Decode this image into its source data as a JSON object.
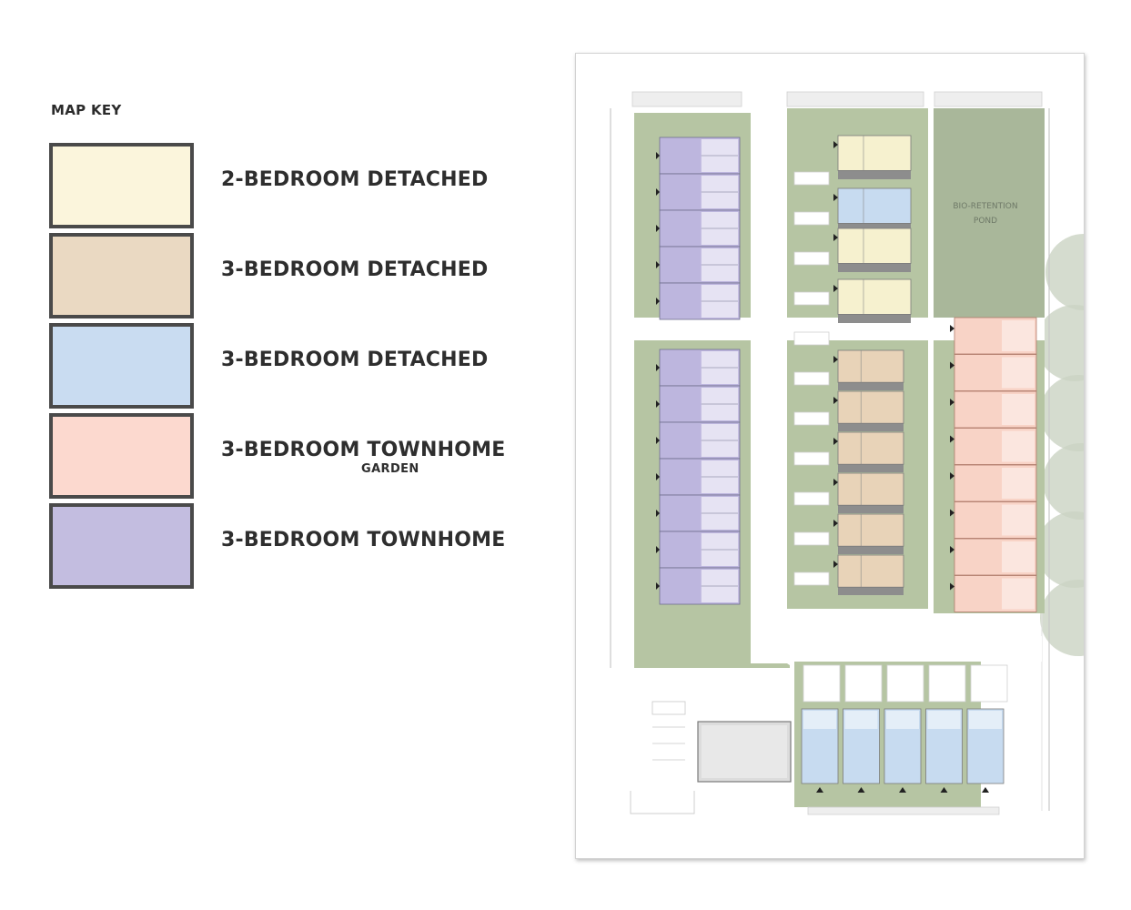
{
  "map_key": {
    "title": "MAP KEY",
    "items": [
      {
        "label": "2-BEDROOM DETACHED",
        "sub": "",
        "color": "#fbf5dc"
      },
      {
        "label": "3-BEDROOM DETACHED",
        "sub": "",
        "color": "#ead9c2"
      },
      {
        "label": "3-BEDROOM DETACHED",
        "sub": "",
        "color": "#c9dcf1"
      },
      {
        "label": "3-BEDROOM TOWNHOME",
        "sub": "GARDEN",
        "color": "#fcd9cf"
      },
      {
        "label": "3-BEDROOM TOWNHOME",
        "sub": "",
        "color": "#c3bde0"
      }
    ]
  },
  "site_plan": {
    "pond_label_line1": "BIO-RETENTION",
    "pond_label_line2": "POND",
    "colors": {
      "grass": "#b6c5a3",
      "pond": "#a9b79a",
      "road": "#ffffff",
      "townhome": "#bdb6de",
      "garden_townhome": "#f8d3c6",
      "detached_2bd": "#f6f1cf",
      "detached_3bd_tan": "#e8d3b8",
      "detached_3bd_blue": "#c7dbf0",
      "roof_gray": "#8d8d8d",
      "tree": "#cbd3c3"
    }
  }
}
